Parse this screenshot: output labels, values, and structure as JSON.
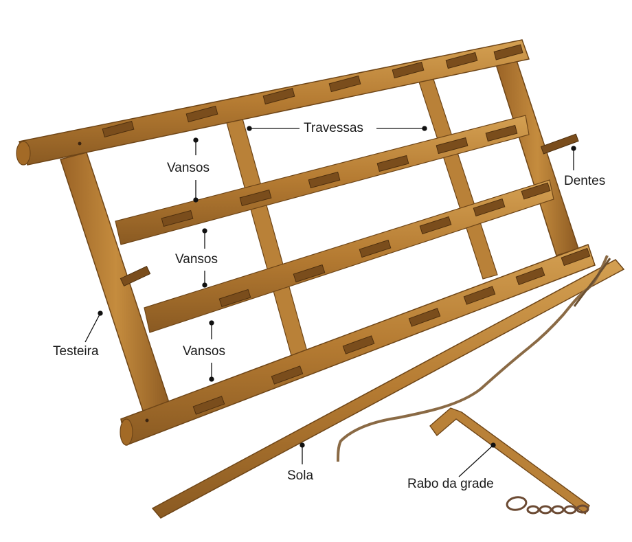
{
  "labels": {
    "travessas": "Travessas",
    "vansos_top": "Vansos",
    "vansos_middle": "Vansos",
    "vansos_bottom": "Vansos",
    "dentes": "Dentes",
    "testeira": "Testeira",
    "sola": "Sola",
    "rabo_da_grade": "Rabo da grade"
  },
  "colors": {
    "wood_light": "#c9903f",
    "wood_mid": "#a8702a",
    "wood_dark": "#7a4d1c",
    "leather": "#8a6a45",
    "iron": "#6b4a33",
    "leader": "#111111",
    "background": "#ffffff"
  }
}
